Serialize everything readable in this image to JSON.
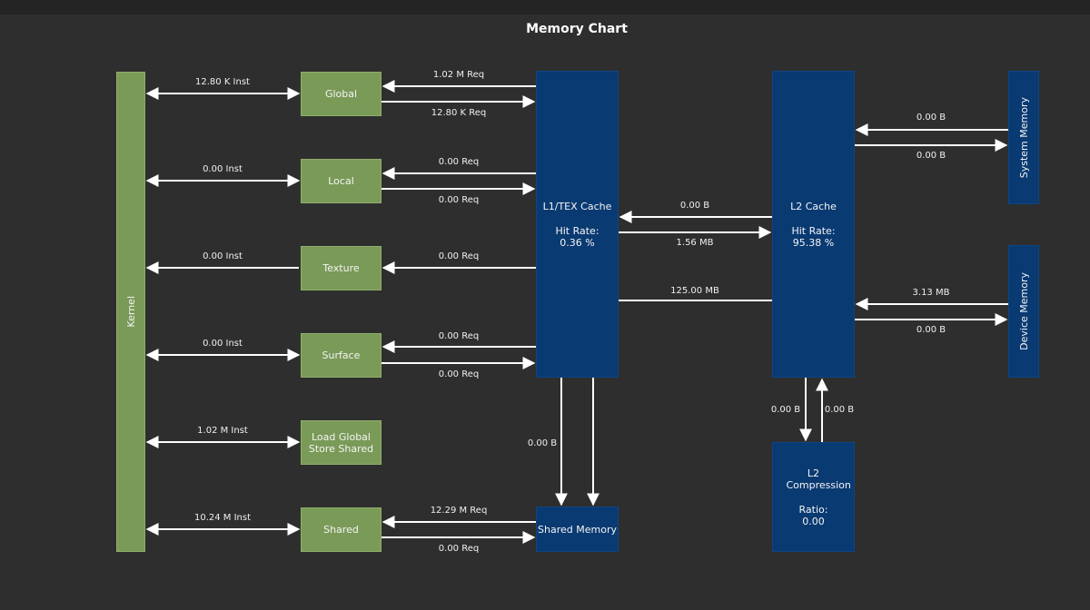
{
  "title": "Memory Chart",
  "kernel": "Kernel",
  "ops": {
    "global": "Global",
    "local": "Local",
    "texture": "Texture",
    "surface": "Surface",
    "ldgsts": "Load Global Store Shared",
    "shared": "Shared"
  },
  "l1": {
    "name": "L1/TEX Cache",
    "hit_label": "Hit Rate:",
    "hit_value": "0.36 %"
  },
  "l2": {
    "name": "L2 Cache",
    "hit_label": "Hit Rate:",
    "hit_value": "95.38 %"
  },
  "shared_memory": "Shared Memory",
  "system_memory": "System Memory",
  "device_memory": "Device Memory",
  "l2_compression": {
    "name": "L2 Compression",
    "ratio_label": "Ratio:",
    "ratio_value": "0.00"
  },
  "labels": {
    "global_inst": "12.80 K Inst",
    "global_req_in": "1.02 M Req",
    "global_req_out": "12.80 K Req",
    "local_inst": "0.00 Inst",
    "local_req_in": "0.00 Req",
    "local_req_out": "0.00 Req",
    "texture_inst": "0.00 Inst",
    "texture_req": "0.00 Req",
    "surface_inst": "0.00 Inst",
    "surface_req_in": "0.00 Req",
    "surface_req_out": "0.00 Req",
    "ldgsts_inst": "1.02 M Inst",
    "shared_inst": "10.24 M Inst",
    "shared_req_in": "12.29 M Req",
    "shared_req_out": "0.00 Req",
    "l1_l2_back": "0.00 B",
    "l1_l2_fwd": "1.56 MB",
    "l2_to_shared": "125.00 MB",
    "l1_to_shared": "0.00 B",
    "sys_in": "0.00 B",
    "sys_out": "0.00 B",
    "dev_in": "3.13 MB",
    "dev_out": "0.00 B",
    "comp_down": "0.00 B",
    "comp_up": "0.00 B"
  }
}
